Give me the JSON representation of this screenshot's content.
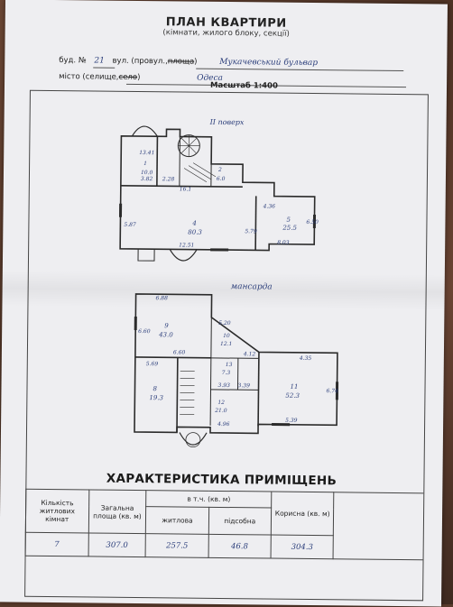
{
  "header": {
    "title": "ПЛАН КВАРТИРИ",
    "subtitle": "(кімнати, жилого блоку, секції)",
    "house_label": "буд. №",
    "house_number": "21",
    "street_label": "вул. (провул.,",
    "street_label_strike": "площа",
    "street_label_end": ")",
    "street_value": "Мукачевський бульвар",
    "city_label": "місто (селище,",
    "city_label_strike": "село",
    "city_label_end": ")",
    "city_value": "Одеса",
    "scale": "Масштаб 1:400"
  },
  "plan": {
    "floor2_label": "II поверх",
    "attic_label": "мансарда",
    "rooms": [
      {
        "num": "1",
        "area": "13.41",
        "extra": "10.0"
      },
      {
        "num": "2",
        "area": "",
        "extra": "6.0"
      },
      {
        "num": "4",
        "area": "80.3"
      },
      {
        "num": "5",
        "area": "25.5"
      },
      {
        "num": "9",
        "area": "43.0"
      },
      {
        "num": "8",
        "area": "19.3"
      },
      {
        "num": "10",
        "area": "12.1"
      },
      {
        "num": "11",
        "area": "52.3"
      },
      {
        "num": "12",
        "area": "21.0"
      },
      {
        "num": "13",
        "area": "7.3"
      }
    ],
    "dims": [
      "3.82",
      "2.28",
      "16.1",
      "4.36",
      "5.87",
      "12.51",
      "5.79",
      "6.50",
      "8.03",
      "6.88",
      "6.60",
      "5.69",
      "6.60",
      "5.20",
      "4.35",
      "4.12",
      "3.93",
      "6.74",
      "5.39",
      "4.96",
      "3.39"
    ]
  },
  "characteristics": {
    "title": "ХАРАКТЕРИСТИКА ПРИМІЩЕНЬ",
    "col_rooms": "Кількість житлових кімнат",
    "col_total": "Загальна площа (кв. м)",
    "col_incl": "в т.ч. (кв. м)",
    "col_living": "житлова",
    "col_aux": "підсобна",
    "col_useful": "Корисна (кв. м)",
    "values": {
      "rooms": "7",
      "total": "307.0",
      "living": "257.5",
      "aux": "46.8",
      "useful": "304.3"
    }
  }
}
